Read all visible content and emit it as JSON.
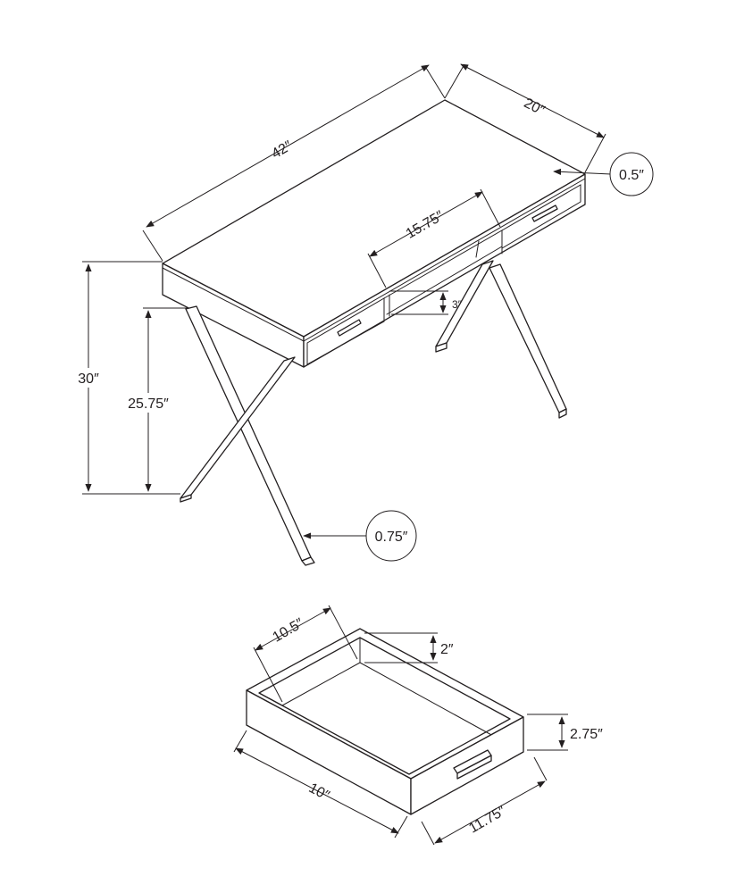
{
  "desk": {
    "width": "42″",
    "depth": "20″",
    "top_thickness": "0.5″",
    "opening_width": "15.75″",
    "opening_height": "3″",
    "height": "30″",
    "leg_clearance": "25.75″",
    "leg_thickness": "0.75″"
  },
  "drawer": {
    "interior_width": "10.5″",
    "interior_depth": "2″",
    "exterior_height": "2.75″",
    "length": "10″",
    "width": "11.75″"
  }
}
